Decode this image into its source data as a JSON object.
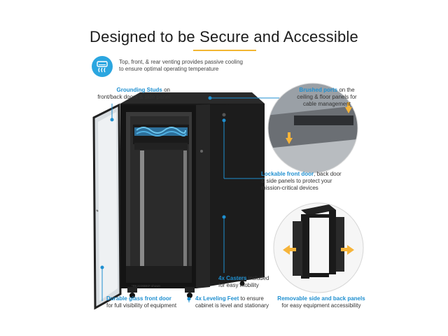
{
  "title": "Designed to be Secure and Accessible",
  "colors": {
    "accent_blue": "#1e8fd0",
    "accent_yellow": "#f2b632",
    "rack_black": "#151515"
  },
  "vent": {
    "icon": "air-vent-icon",
    "text_line1": "Top, front, & rear venting provides passive cooling",
    "text_line2": "to ensure optimal operating temperature"
  },
  "grounding": {
    "bold": "Grounding Studs",
    "rest": " on",
    "line2": "front/back doors & side panel"
  },
  "brushed": {
    "bold": "Brushed ports",
    "rest": " on the",
    "line2": "ceiling & floor panels for",
    "line3": "cable management"
  },
  "lockable": {
    "bold": "Lockable front door",
    "rest": ", back door",
    "line2": "& side panels to protect your",
    "line3": "mission-critical devices"
  },
  "casters": {
    "bold": "4x Casters",
    "rest": " included",
    "line2": "for easy mobility"
  },
  "leveling": {
    "bold": "4x Leveling Feet",
    "rest": " to ensure",
    "line2": "cabinet is level and stationary"
  },
  "glass": {
    "bold": "Durable glass front door",
    "line2": "for full visibility of equipment"
  },
  "removable": {
    "bold": "Removable side and back panels",
    "line2": "for easy equipment accessibility"
  },
  "model_note": "*RK3236BKF shown"
}
